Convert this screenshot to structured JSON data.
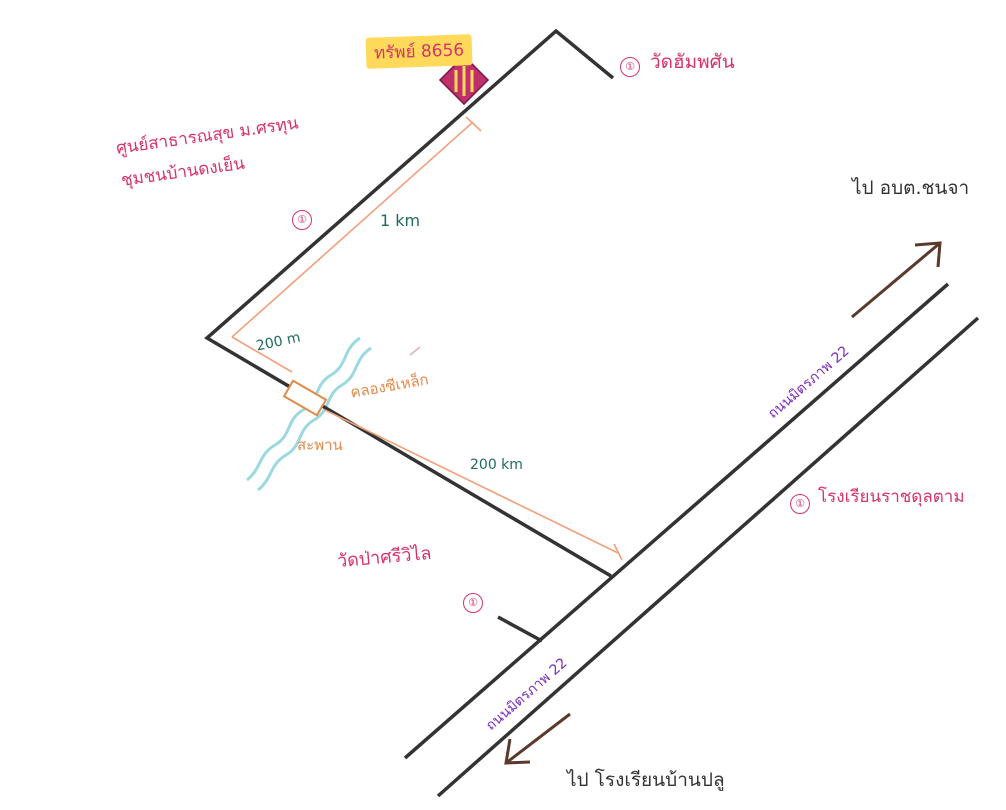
{
  "plot_label": "ทรัพย์ 8656",
  "places": {
    "temple_top": "วัดฮัมพศัน",
    "health_center_line1": "ศูนย์สาธารณสุข ม.ศรทุน",
    "health_center_line2": "ชุมชนบ้านดงเย็น",
    "temple_bottom": "วัดป่าศรีวิไล",
    "school_right": "โรงเรียนราชดุลตาม",
    "canal": "คลองซีเหล็ก",
    "bridge": "สะพาน"
  },
  "distances": {
    "upper_road": "1 km",
    "short_segment": "200 m",
    "lower_road": "200 km"
  },
  "roads": {
    "main_road_upper": "ถนนมิตรภาพ 22",
    "main_road_lower": "ถนนมิตรภาพ 22"
  },
  "directions": {
    "to_northeast": "ไป อบต.ชนจา",
    "to_southwest": "ไป โรงเรียนบ้านปลู"
  },
  "marker_symbol": "①",
  "colors": {
    "road": "#333333",
    "accent_pink": "#d6336c",
    "distance_line": "#f2a07b",
    "canal": "#9bd9df",
    "plot_fill": "#c0306b",
    "highlight": "#ffd95a",
    "arrow": "#5a3a2a"
  }
}
